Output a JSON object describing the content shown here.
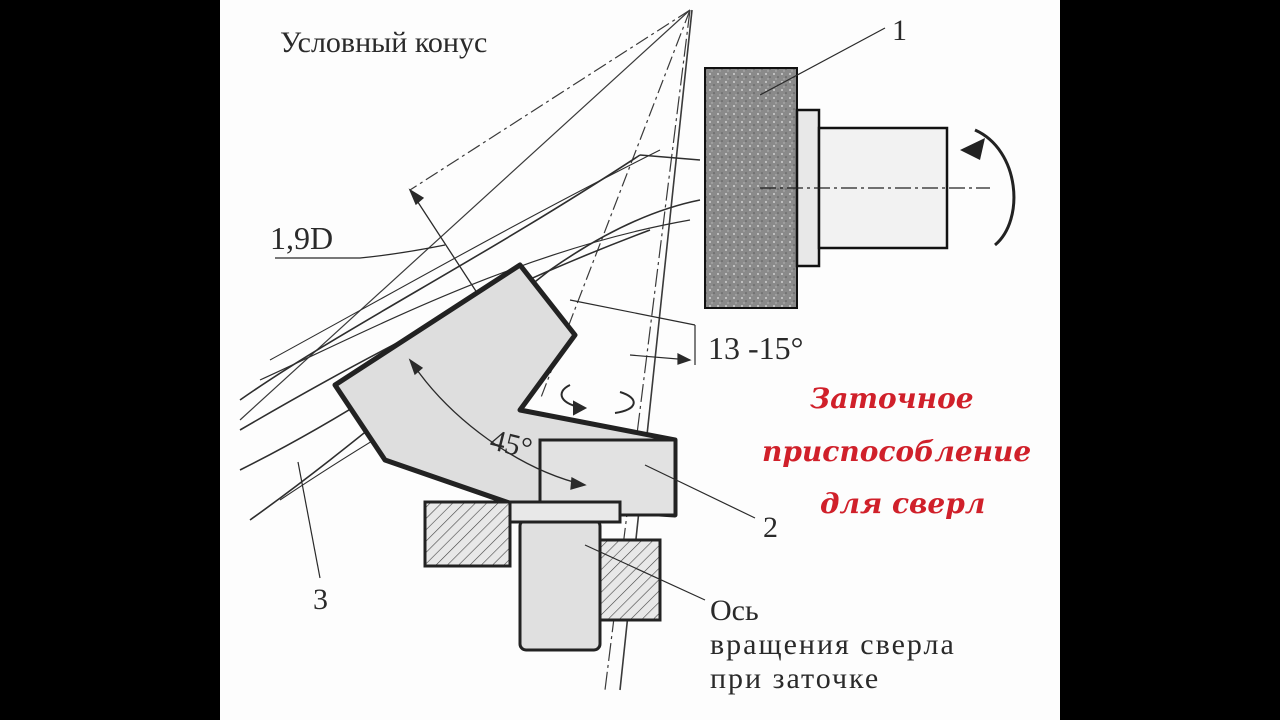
{
  "labels": {
    "cone": "Условный конус",
    "part1": "1",
    "part2": "2",
    "part3": "3",
    "dim_19d": "1,9D",
    "angle_13_15": "13 -15°",
    "angle_45": "45°",
    "axis_line1": "Ось",
    "axis_line2": "вращения сверла",
    "axis_line3": "при заточке"
  },
  "caption": {
    "line1": "Заточное",
    "line2": "приспособление",
    "line3": "для сверл"
  },
  "colors": {
    "background": "#000000",
    "sheet": "#fdfdfd",
    "ink": "#2a2a2a",
    "caption": "#d0202a",
    "wheel": "#7a7a7a",
    "fill": "#dedede"
  }
}
